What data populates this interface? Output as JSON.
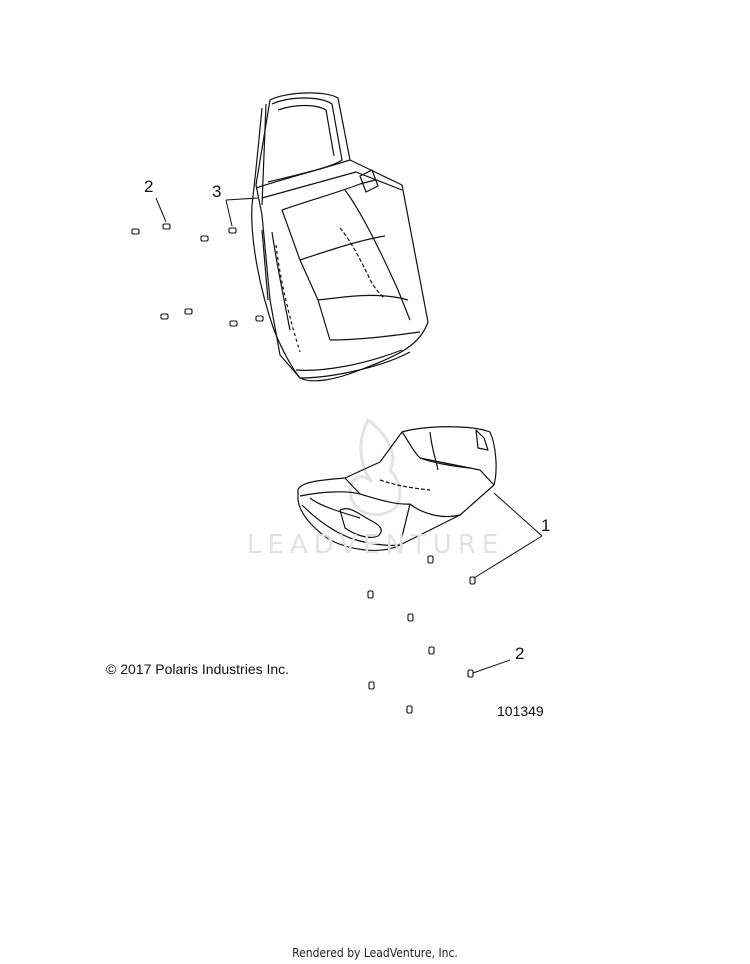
{
  "callouts": {
    "part1": "1",
    "part2_top": "2",
    "part2_bottom": "2",
    "part3": "3"
  },
  "copyright": "© 2017 Polaris Industries Inc.",
  "diagram_number": "101349",
  "footer": "Rendered by LeadVenture, Inc.",
  "watermark": "LEADVENTURE",
  "colors": {
    "line": "#111111",
    "watermark": "#e2e2e2"
  }
}
